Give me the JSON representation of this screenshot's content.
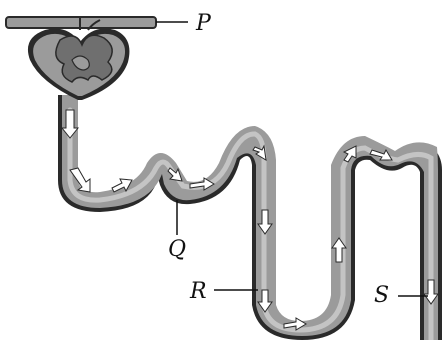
{
  "labels": {
    "p": "P",
    "q": "Q",
    "r": "R",
    "s": "S"
  },
  "colors": {
    "tubule_fill": "#9b9b9b",
    "tubule_outline": "#2a2a2a",
    "lumen": "#c4c4c4",
    "glomerulus": "#6f6f6f",
    "arrow": "#ffffff",
    "label_line": "#111111"
  },
  "icons": {
    "flow_arrow": "white-arrow-icon"
  }
}
